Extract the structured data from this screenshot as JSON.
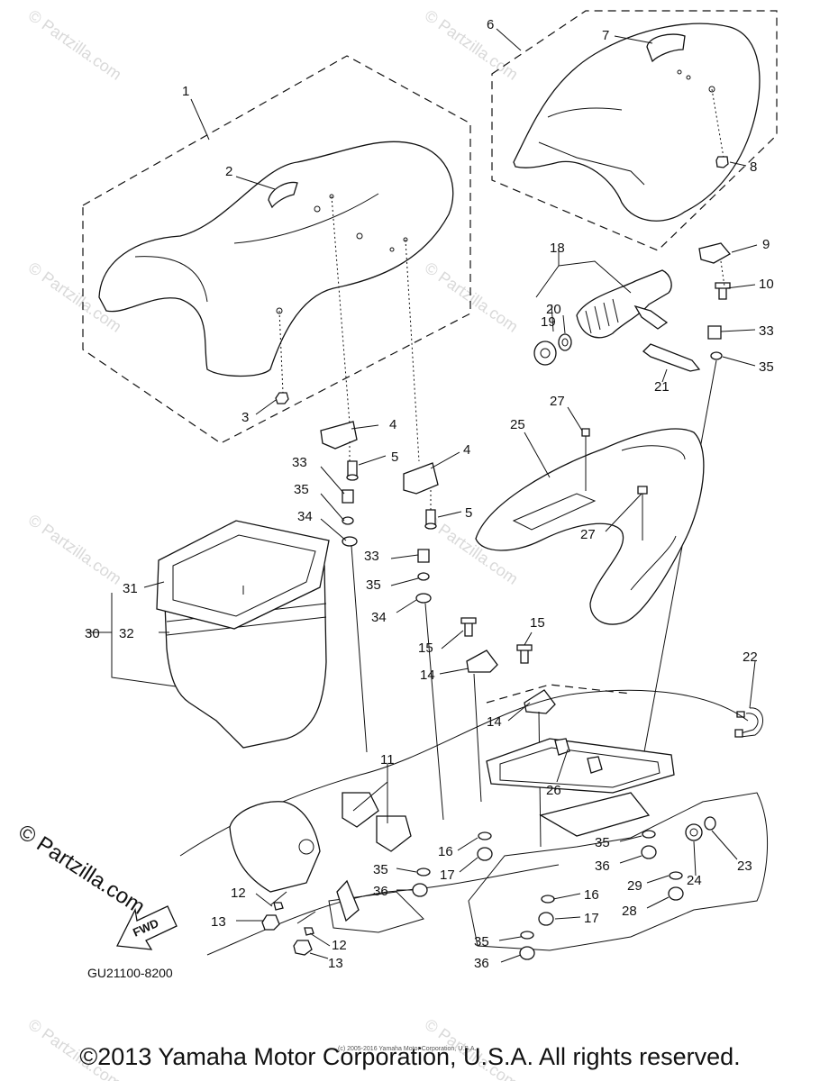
{
  "diagram": {
    "code": "GU21100-8200",
    "watermark": "© Partzilla.com",
    "brand": "© Partzilla.com",
    "fwd_label": "FWD",
    "small_copyright": "(c) 2005-2016 Yamaha Motor Corporation, U.S.A.",
    "footer": "©2013 Yamaha Motor Corporation, U.S.A. All rights reserved.",
    "callouts": [
      "1",
      "2",
      "3",
      "4",
      "5",
      "4",
      "5",
      "6",
      "7",
      "8",
      "9",
      "10",
      "33",
      "35",
      "18",
      "19",
      "20",
      "21",
      "27",
      "25",
      "27",
      "33",
      "35",
      "34",
      "33",
      "35",
      "34",
      "31",
      "30",
      "32",
      "15",
      "14",
      "15",
      "14",
      "22",
      "11",
      "26",
      "16",
      "17",
      "35",
      "36",
      "35",
      "36",
      "29",
      "28",
      "24",
      "23",
      "16",
      "17",
      "35",
      "36",
      "12",
      "13",
      "12",
      "13"
    ]
  },
  "colors": {
    "line": "#111111",
    "watermark": "#d9d9d9",
    "background": "#ffffff"
  }
}
